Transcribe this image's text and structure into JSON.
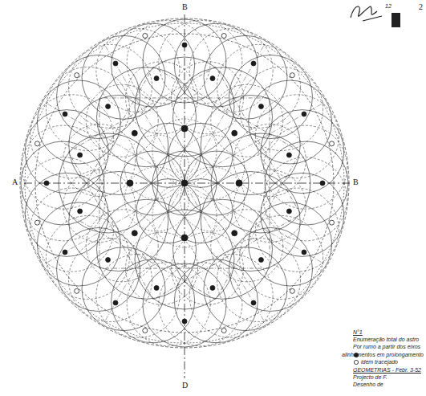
{
  "diagram": {
    "labels": [
      "B",
      "A",
      "B",
      "D",
      "12",
      "2",
      "N°1",
      "Enumeração total do astro",
      "Por rumo a partir dos eixos",
      "GEOMETRIAS - Febr. 3-52",
      "Projecto de F.",
      "Desenho de"
    ],
    "legend": [
      {
        "text": "alinhamentos em prolongamento"
      },
      {
        "text": "idem tracejado"
      }
    ]
  }
}
